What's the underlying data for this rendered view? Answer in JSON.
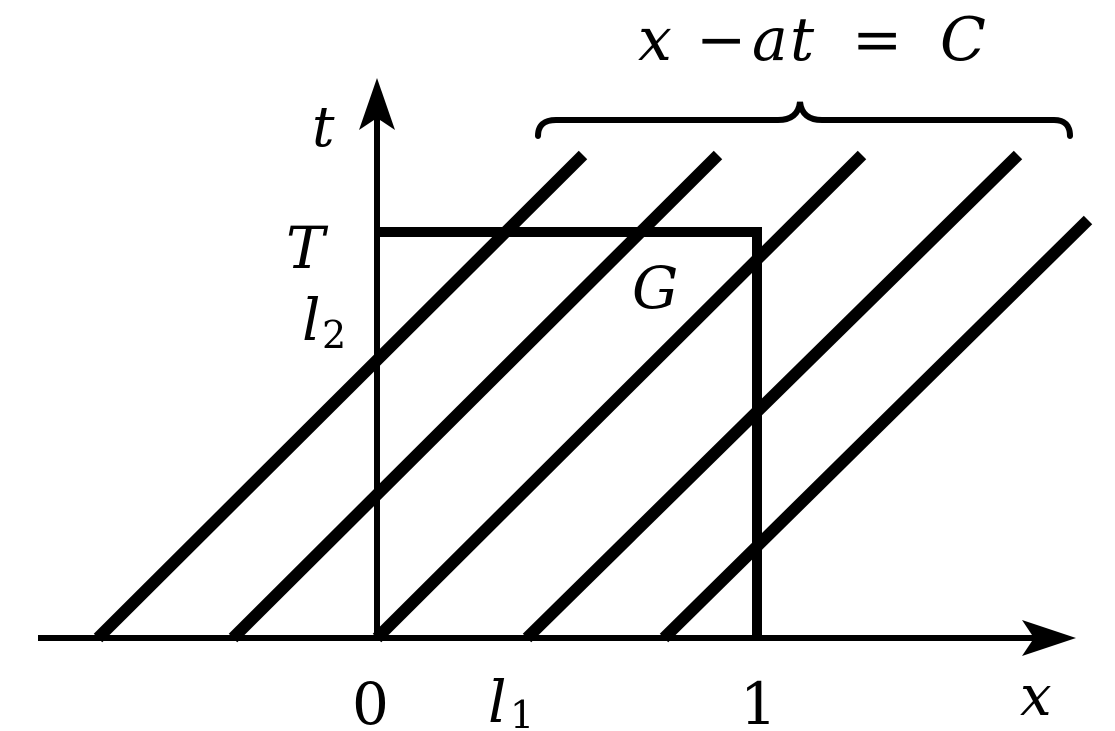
{
  "diagram": {
    "equation": {
      "x": "x",
      "minus": "−",
      "a": "a",
      "t": "t",
      "equals": "=",
      "c": "C"
    },
    "axes": {
      "x_label": "x",
      "t_label": "t"
    },
    "ticks": {
      "origin": "0",
      "l1_base": "l",
      "l1_sub": "1",
      "one": "1",
      "T": "T",
      "l2_base": "l",
      "l2_sub": "2"
    },
    "region_label": "G",
    "colors": {
      "ink": "#000000",
      "background": "#ffffff"
    }
  }
}
